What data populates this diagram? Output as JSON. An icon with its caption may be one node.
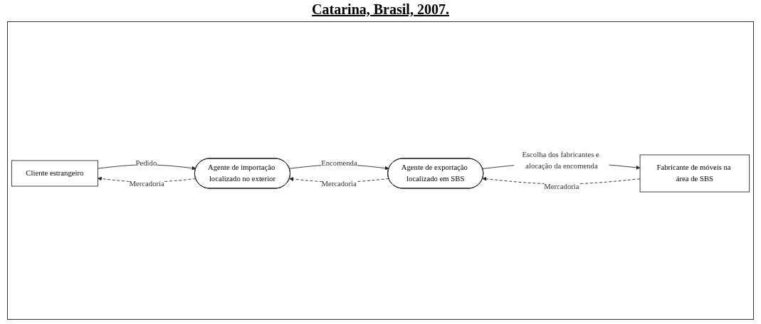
{
  "diagram": {
    "title": "Catarina, Brasil, 2007.",
    "nodes": [
      {
        "text": [
          "Cliente estrangeiro"
        ]
      },
      {
        "text": [
          "Agente de importação localizado no exterior"
        ]
      },
      {
        "text": [
          "Fabricante de móveis na área de SBS"
        ]
      },
      {
        "text": [
          "Agente de exportação localizado em SBS"
        ]
      }
    ],
    "edges": [
      {
        "from": 0,
        "to": 1,
        "arrow": "to",
        "label": "Pedido"
      },
      {
        "from": 1,
        "to": 0,
        "arrow": "to",
        "label": "Mercadoria",
        "style": "dashed"
      },
      {
        "from": 3,
        "to": 1,
        "arrow": "to",
        "label": "Mercadoria",
        "style": "dashed"
      },
      {
        "from": 1,
        "to": 3,
        "arrow": "to",
        "label": "Encomenda"
      },
      {
        "from": 3,
        "to": 2,
        "arrow": "to",
        "label": "Escolha dos fabricantes e alocação da encomenda"
      },
      {
        "from": 2,
        "to": 3,
        "arrow": "to",
        "label": "Mercadoria",
        "style": "dashed"
      }
    ]
  }
}
